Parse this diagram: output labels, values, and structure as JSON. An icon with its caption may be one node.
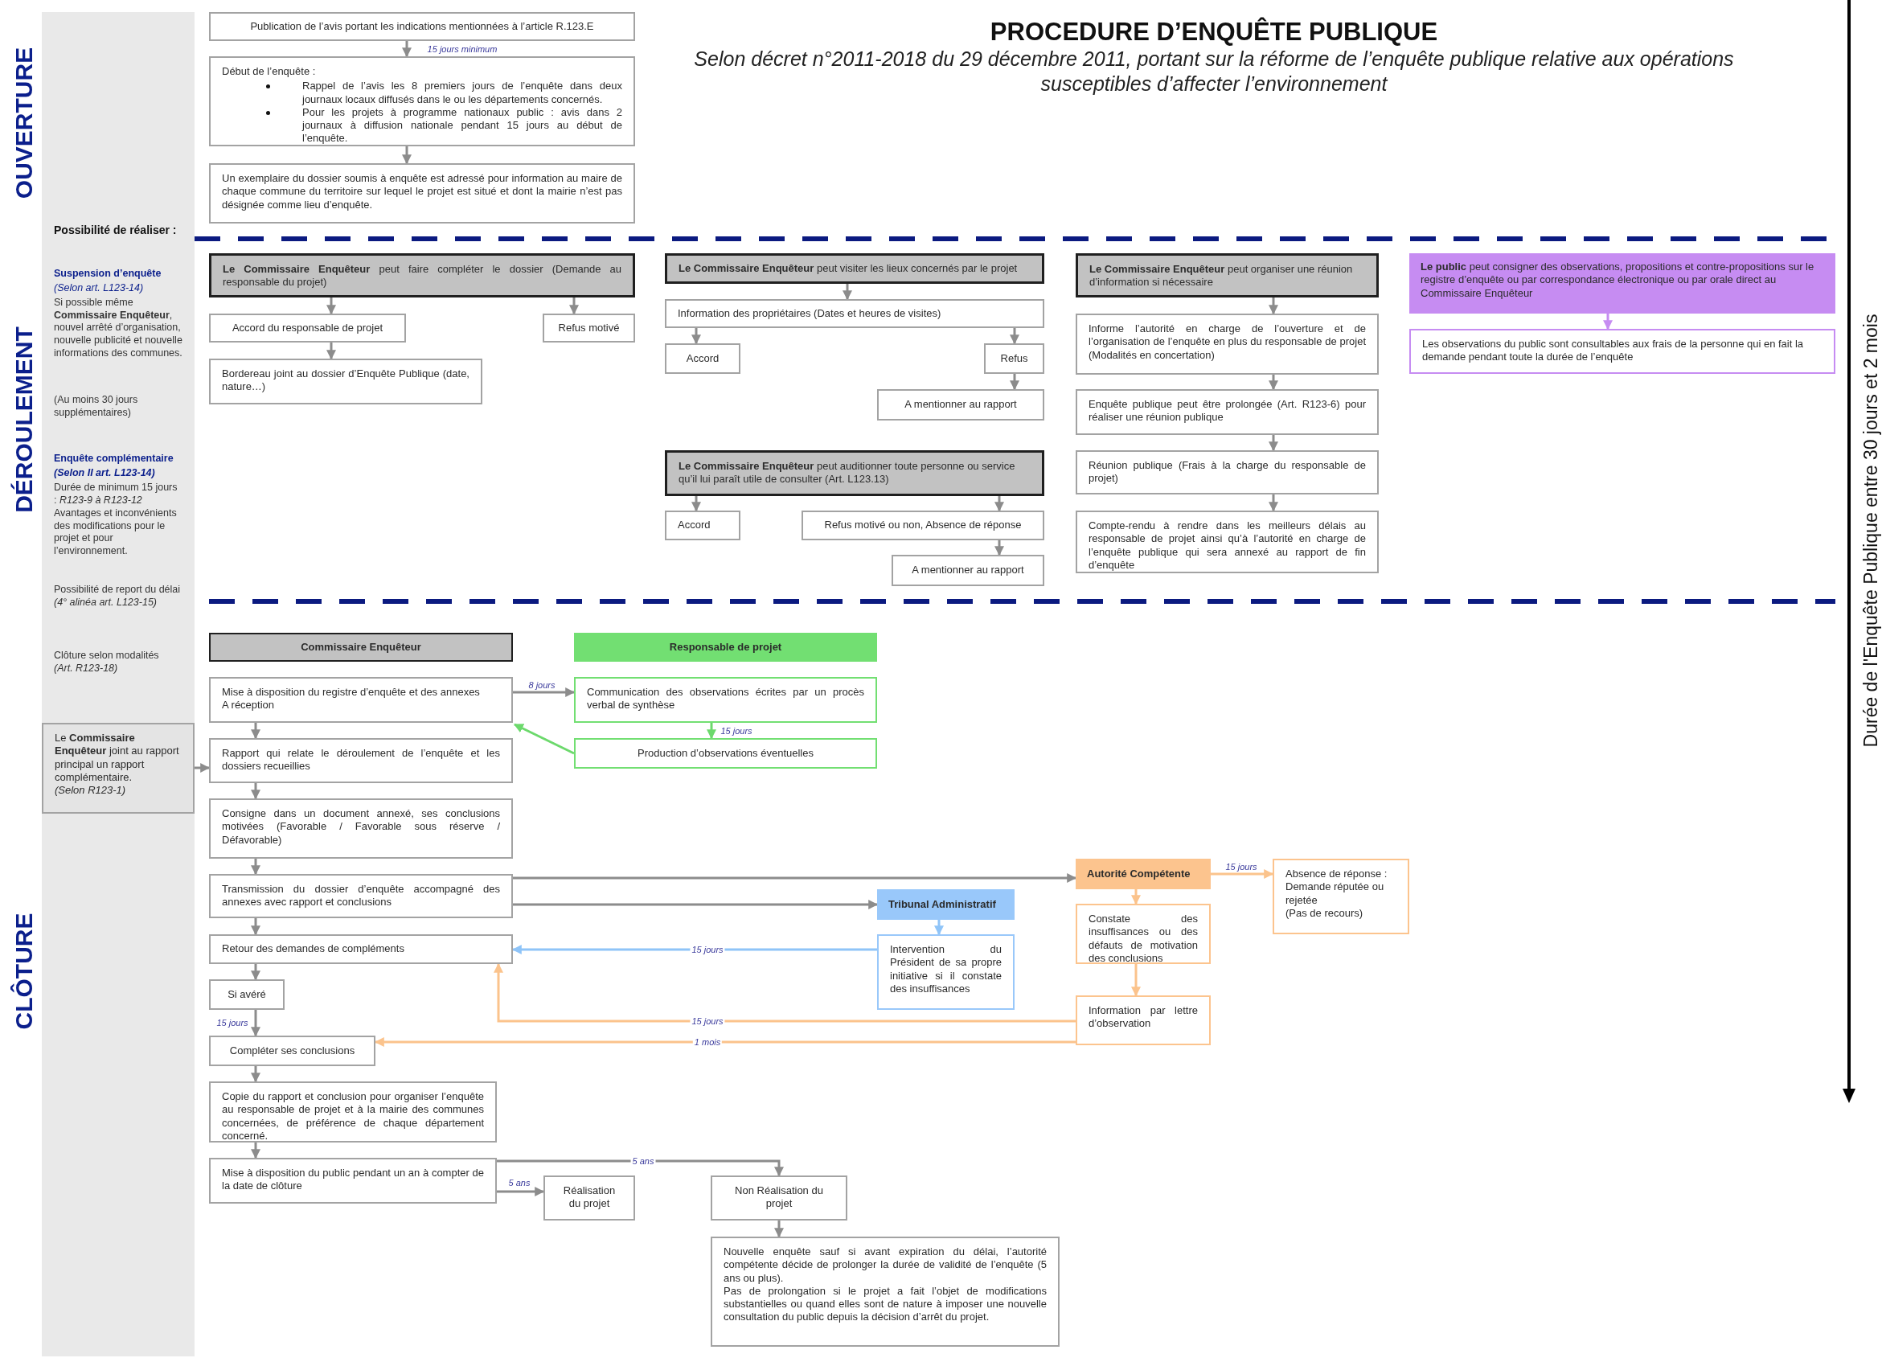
{
  "diagram": {
    "title": "PROCEDURE D’ENQUÊTE PUBLIQUE",
    "nodes": [
      {
        "text": [
          "Publication de l’avis portant les indications mentionnées à l’article R.123.E"
        ]
      },
      {
        "text": [
          "Début de l’enquête :",
          "Rappel de l’avis les 8 premiers jours de l’enquête dans deux journaux locaux diffusés dans le ou les départements concernés.",
          "Pour les projets à programme nationaux public : avis dans 2 journaux à diffusion nationale pendant 15 jours au début de l’enquête."
        ]
      },
      {
        "text": [
          "Un exemplaire du dossier soumis à enquête est adressé pour information au maire de chaque commune du territoire sur lequel le projet est situé et dont la mairie n’est pas désignée comme lieu d’enquête."
        ]
      },
      {
        "text": [
          "**Le Commissaire Enquêteur** peut faire compléter le dossier (Demande au responsable du projet)"
        ]
      },
      {
        "text": [
          "Accord du responsable de projet"
        ]
      },
      {
        "text": [
          "Refus motivé"
        ]
      },
      {
        "text": [
          "Bordereau joint au dossier d’Enquête Publique (date, nature…)"
        ]
      },
      {
        "text": [
          "**Le Commissaire Enquêteur** peut visiter les lieux concernés par le projet"
        ]
      },
      {
        "text": [
          "Information des propriétaires (Dates et heures de visites)"
        ]
      },
      {
        "text": [
          "Accord"
        ]
      },
      {
        "text": [
          "Refus"
        ]
      },
      {
        "text": [
          "A mentionner au rapport"
        ]
      },
      {
        "text": [
          "**Le Commissaire Enquêteur** peut auditionner toute personne ou service qu’il lui paraît utile de consulter (Art. L123.13)"
        ]
      },
      {
        "text": [
          "Accord"
        ]
      },
      {
        "text": [
          "Refus motivé ou non, Absence de réponse"
        ]
      },
      {
        "text": [
          "A mentionner au rapport"
        ]
      },
      {
        "text": [
          "**Le Commissaire Enquêteur** peut organiser une réunion d’information si nécessaire"
        ]
      },
      {
        "text": [
          "Informe l’autorité en charge de l’ouverture et de l’organisation de l’enquête en plus du responsable de projet (Modalités en concertation)"
        ]
      },
      {
        "text": [
          "Enquête publique peut être prolongée (Art. R123-6) pour réaliser une réunion publique"
        ]
      },
      {
        "text": [
          "Réunion publique (Frais à la charge du responsable de projet)"
        ]
      },
      {
        "text": [
          "Compte-rendu à rendre dans les meilleurs délais au responsable de projet ainsi qu’à l’autorité en charge de l’enquête publique qui sera annexé au rapport de fin d’enquête"
        ]
      },
      {
        "text": [
          "**Le public** peut consigner des observations, propositions et contre-propositions sur le registre d’enquête ou par correspondance électronique ou par orale direct au Commissaire Enquêteur"
        ]
      },
      {
        "text": [
          "Les observations du public sont consultables aux frais de la personne qui en fait la demande pendant toute la durée de l’enquête"
        ]
      },
      {
        "text": [
          "Commissaire Enquêteur"
        ]
      },
      {
        "text": [
          "Responsable de projet"
        ]
      },
      {
        "text": [
          "Mise à disposition du registre d’enquête et des annexes",
          "A réception"
        ]
      },
      {
        "text": [
          "Communication des observations écrites par un procès verbal de synthèse"
        ]
      },
      {
        "text": [
          "Production d’observations éventuelles"
        ]
      },
      {
        "text": [
          "Le **Commissaire Enquêteur** joint au rapport principal un rapport complémentaire.",
          "(Selon R123-1)"
        ]
      },
      {
        "text": [
          "Rapport qui relate le déroulement de l’enquête et les dossiers recueillies"
        ]
      },
      {
        "text": [
          "Consigne dans un document annexé, ses conclusions motivées (Favorable / Favorable sous réserve / Défavorable)"
        ]
      },
      {
        "text": [
          "Transmission du dossier d’enquête accompagné des annexes avec rapport et conclusions"
        ]
      },
      {
        "text": [
          "Retour des demandes de compléments"
        ]
      },
      {
        "text": [
          "Si avéré"
        ]
      },
      {
        "text": [
          "Compléter ses conclusions"
        ]
      },
      {
        "text": [
          "Copie du rapport et conclusion pour organiser l’enquête au responsable de projet et à la mairie des communes concernées, de préférence de chaque département concerné."
        ]
      },
      {
        "text": [
          "Mise à disposition du public pendant un an à compter de la date de clôture"
        ]
      },
      {
        "text": [
          "Réalisation du projet"
        ]
      },
      {
        "text": [
          "Non Réalisation du projet"
        ]
      },
      {
        "text": [
          "Nouvelle enquête sauf si avant expiration du délai, l’autorité compétente décide de prolonger la durée de validité de l’enquête (5 ans ou plus).",
          "Pas de prolongation si le projet a fait l’objet de modifications substantielles ou quand elles sont de nature à imposer une nouvelle consultation du public depuis la décision d’arrêt du projet."
        ]
      },
      {
        "text": [
          "Autorité Compétente"
        ]
      },
      {
        "text": [
          "Absence de réponse : Demande réputée ou rejetée",
          "(Pas de recours)"
        ]
      },
      {
        "text": [
          "Tribunal Administratif"
        ]
      },
      {
        "text": [
          "Intervention du Président de sa propre initiative si il constate des insuffisances"
        ]
      },
      {
        "text": [
          "Constate des insuffisances ou des défauts de motivation des conclusions"
        ]
      },
      {
        "text": [
          "Information par lettre d’observation"
        ]
      }
    ],
    "edges": [
      {
        "from": 0,
        "to": 1,
        "arrow": "to",
        "label": "15 jours minimum"
      },
      {
        "from": 1,
        "to": 2,
        "arrow": "to"
      },
      {
        "from": 3,
        "to": 4,
        "arrow": "to"
      },
      {
        "from": 3,
        "to": 5,
        "arrow": "to"
      },
      {
        "from": 4,
        "to": 6,
        "arrow": "to"
      },
      {
        "from": 7,
        "to": 8,
        "arrow": "to"
      },
      {
        "from": 8,
        "to": 9,
        "arrow": "to"
      },
      {
        "from": 8,
        "to": 10,
        "arrow": "to"
      },
      {
        "from": 10,
        "to": 11,
        "arrow": "to"
      },
      {
        "from": 12,
        "to": 13,
        "arrow": "to"
      },
      {
        "from": 12,
        "to": 14,
        "arrow": "to"
      },
      {
        "from": 14,
        "to": 15,
        "arrow": "to"
      },
      {
        "from": 16,
        "to": 17,
        "arrow": "to"
      },
      {
        "from": 17,
        "to": 18,
        "arrow": "to"
      },
      {
        "from": 18,
        "to": 19,
        "arrow": "to"
      },
      {
        "from": 19,
        "to": 20,
        "arrow": "to"
      },
      {
        "from": 21,
        "to": 22,
        "arrow": "to",
        "color": "#c68cf2"
      },
      {
        "from": 25,
        "to": 26,
        "arrow": "to",
        "label": "8 jours"
      },
      {
        "from": 26,
        "to": 27,
        "arrow": "to",
        "label": "15 jours",
        "color": "#6cd96c"
      },
      {
        "from": 27,
        "to": 25,
        "arrow": "to",
        "color": "#6cd96c"
      },
      {
        "from": 28,
        "to": 29,
        "arrow": "to"
      },
      {
        "from": 25,
        "to": 29,
        "arrow": "to"
      },
      {
        "from": 29,
        "to": 30,
        "arrow": "to"
      },
      {
        "from": 30,
        "to": 31,
        "arrow": "to"
      },
      {
        "from": 31,
        "to": 32,
        "arrow": "to"
      },
      {
        "from": 32,
        "to": 33,
        "arrow": "to"
      },
      {
        "from": 33,
        "to": 34,
        "arrow": "to",
        "label": "15 jours"
      },
      {
        "from": 34,
        "to": 35,
        "arrow": "to"
      },
      {
        "from": 35,
        "to": 36,
        "arrow": "to"
      },
      {
        "from": 36,
        "to": 37,
        "arrow": "to",
        "label": "5 ans"
      },
      {
        "from": 36,
        "to": 38,
        "arrow": "to",
        "label": "5 ans"
      },
      {
        "from": 38,
        "to": 39,
        "arrow": "to"
      },
      {
        "from": 31,
        "to": 40,
        "arrow": "to"
      },
      {
        "from": 31,
        "to": 42,
        "arrow": "to"
      },
      {
        "from": 40,
        "to": 41,
        "arrow": "to",
        "label": "15 jours",
        "color": "#fbc38c"
      },
      {
        "from": 40,
        "to": 44,
        "arrow": "to",
        "color": "#fbc38c"
      },
      {
        "from": 44,
        "to": 45,
        "arrow": "to",
        "color": "#fbc38c"
      },
      {
        "from": 42,
        "to": 43,
        "arrow": "to",
        "color": "#8fc4f8"
      },
      {
        "from": 43,
        "to": 32,
        "arrow": "to",
        "label": "15 jours",
        "color": "#8fc4f8"
      },
      {
        "from": 45,
        "to": 32,
        "arrow": "to",
        "label": "15 jours",
        "color": "#fbc38c"
      },
      {
        "from": 45,
        "to": 34,
        "arrow": "to",
        "label": "1 mois",
        "color": "#fbc38c"
      }
    ],
    "labels": [
      "Selon décret n°2011-2018 du 29 décembre 2011, portant sur la réforme de l’enquête publique relative aux opérations susceptibles d’affecter l’environnement",
      "OUVERTURE",
      "Possibilité de réaliser :",
      "DÉROULEMENT",
      "Suspension d’enquête",
      "(Selon art. L123-14)",
      "Si possible même **Commissaire Enquêteur**, nouvel arrêté d’organisation, nouvelle publicité et nouvelle informations des communes.",
      "(Au moins 30 jours supplémentaires)",
      "Enquête complémentaire",
      "(Selon II art. L123-14)",
      "Durée de minimum 15 jours : *R123-9 à R123-12*",
      "Avantages et inconvénients des modifications pour le projet et pour l’environnement.",
      "Possibilité de report du délai *(4° alinéa art. L123-15)*",
      "Clôture selon modalités",
      "(Art. R123-18)",
      "CLÔTURE",
      "Durée de l'Enquête Publique entre 30 jours et 2 mois"
    ]
  }
}
